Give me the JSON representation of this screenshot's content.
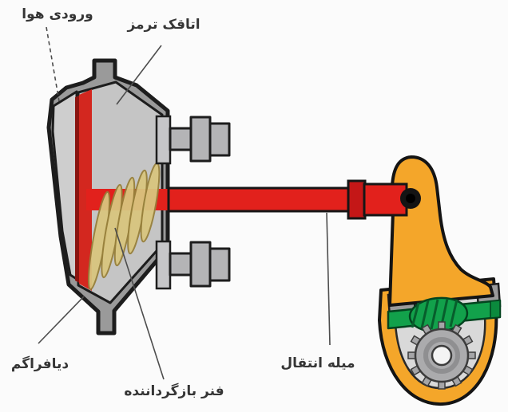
{
  "diagram": {
    "labels": {
      "air_inlet": "ورودی هوا",
      "brake_chamber": "اتاقک ترمز",
      "diaphragm": "دیافراگم",
      "return_spring": "فنر بازگرداننده",
      "transfer_rod": "میله انتقال"
    },
    "colors": {
      "background": "#fbfbfb",
      "outline": "#1d1d1d",
      "chamber_body": "#c5c5c5",
      "air_pocket": "#cecece",
      "diaphragm_red": "#d3271f",
      "rod_red": "#e2211c",
      "spring_tan": "#d9c57f",
      "bolt_gray": "#b4b4b6",
      "adjuster_orange": "#f4a62a",
      "worm_green": "#12a14b",
      "gear_gray": "#ababad",
      "label_text": "#353535"
    }
  }
}
